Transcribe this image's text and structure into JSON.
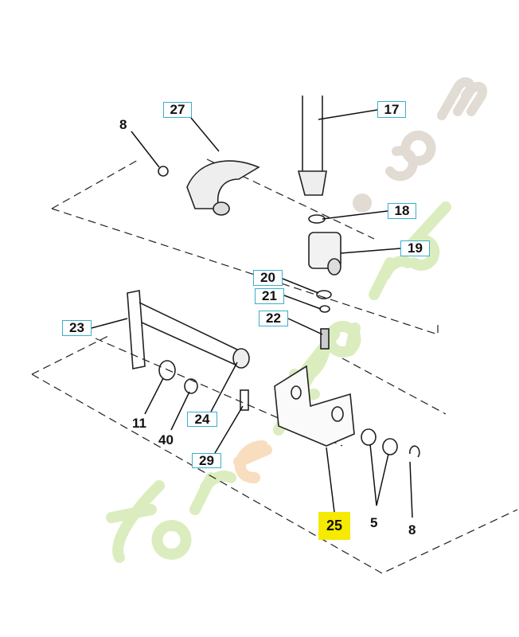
{
  "diagram": {
    "watermark": "foret-jardin.com",
    "highlight_color": "#f5ea00",
    "box_color": "#3aaed0",
    "callouts": {
      "p27": "27",
      "p8a": "8",
      "p17": "17",
      "p18": "18",
      "p19": "19",
      "p20": "20",
      "p21": "21",
      "p22": "22",
      "p23": "23",
      "p11": "11",
      "p40": "40",
      "p24": "24",
      "p29": "29",
      "p25": "25",
      "p5": "5",
      "p8b": "8"
    }
  }
}
